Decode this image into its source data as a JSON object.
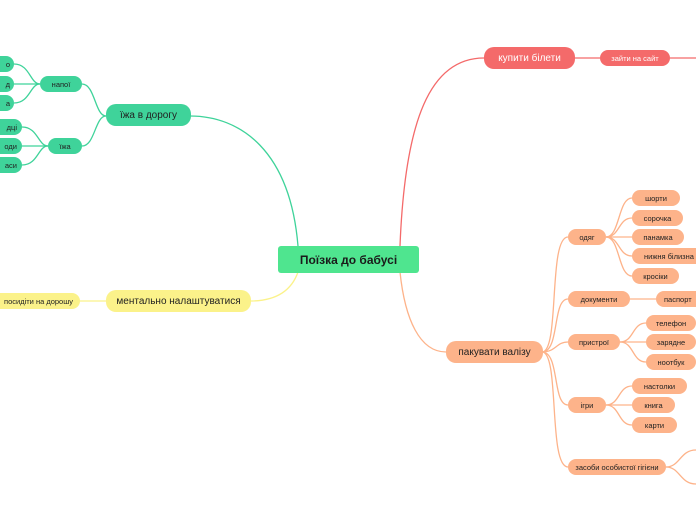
{
  "root": {
    "label": "Поїзка до бабусі"
  },
  "colors": {
    "green": "#3fd39a",
    "red": "#f46a6a",
    "orange": "#fdb38a",
    "yellow": "#fbf28a",
    "root": "#4fe58f"
  },
  "food": {
    "label": "їжа в дорогу",
    "drinks": {
      "label": "напої",
      "items": [
        "о",
        "д",
        "а"
      ]
    },
    "meals": {
      "label": "їжа",
      "items": [
        "дці",
        "оди",
        "аси"
      ]
    }
  },
  "mental": {
    "label": "ментально налаштуватися",
    "child": "посидіти на дорошу"
  },
  "tickets": {
    "label": "купити білети",
    "child": "зайти на сайт"
  },
  "pack": {
    "label": "пакувати валізу",
    "clothes": {
      "label": "одяг",
      "items": [
        "шорти",
        "сорочка",
        "панамка",
        "нижня білизна",
        "кросіки"
      ]
    },
    "documents": {
      "label": "документи",
      "items": [
        "паспорт"
      ]
    },
    "devices": {
      "label": "пристрої",
      "items": [
        "телефон",
        "зарядне",
        "ноотбук"
      ]
    },
    "games": {
      "label": "ігри",
      "items": [
        "настолки",
        "книга",
        "карти"
      ]
    },
    "hygiene": {
      "label": "засоби особистої гігієни"
    }
  }
}
